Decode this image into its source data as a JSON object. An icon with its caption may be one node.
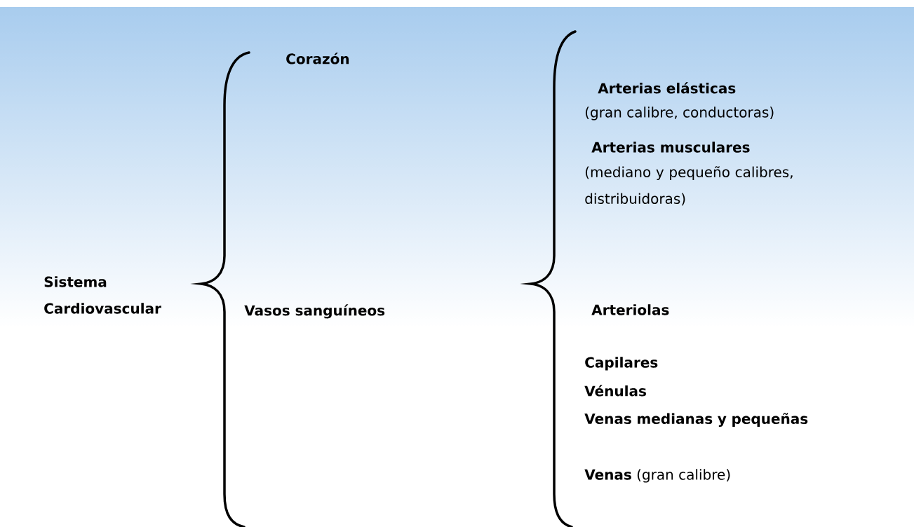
{
  "diagram": {
    "labels": [
      "Corazón",
      "Arterias elásticas",
      "(gran calibre, conductoras)",
      "Arterias musculares",
      "(mediano y pequeño calibres, distribuidoras)",
      "Sistema Cardiovascular",
      "Vasos sanguíneos",
      "Arteriolas",
      "Capilares",
      "Vénulas",
      "Venas medianas y pequeñas",
      "**Venas** (gran calibre)"
    ]
  }
}
